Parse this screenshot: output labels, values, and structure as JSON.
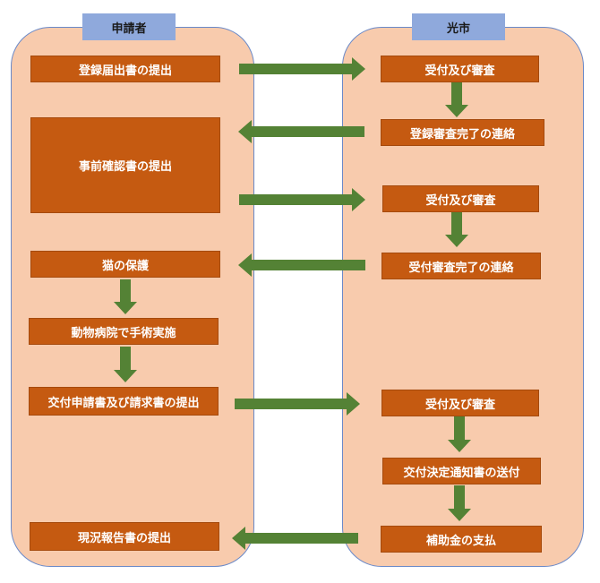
{
  "lanes": {
    "applicant": {
      "title": "申請者"
    },
    "city": {
      "title": "光市"
    }
  },
  "applicant_steps": {
    "registration_submit": "登録届出書の提出",
    "pre_confirmation_submit": "事前確認書の提出",
    "cat_protection": "猫の保護",
    "surgery": "動物病院で手術実施",
    "grant_request_submit": "交付申請書及び請求書の提出",
    "status_report_submit": "現況報告書の提出"
  },
  "city_steps": {
    "receive_review_1": "受付及び審査",
    "registration_review_done_notice": "登録審査完了の連絡",
    "receive_review_2": "受付及び審査",
    "review_done_notice": "受付審査完了の連絡",
    "receive_review_3": "受付及び審査",
    "grant_decision_notice_send": "交付決定通知書の送付",
    "subsidy_payment": "補助金の支払"
  },
  "colors": {
    "lane_fill": "#f8cbad",
    "lane_border": "#6a89c8",
    "header_fill": "#8fa9dc",
    "step_fill": "#c55a11",
    "arrow": "#548235"
  }
}
